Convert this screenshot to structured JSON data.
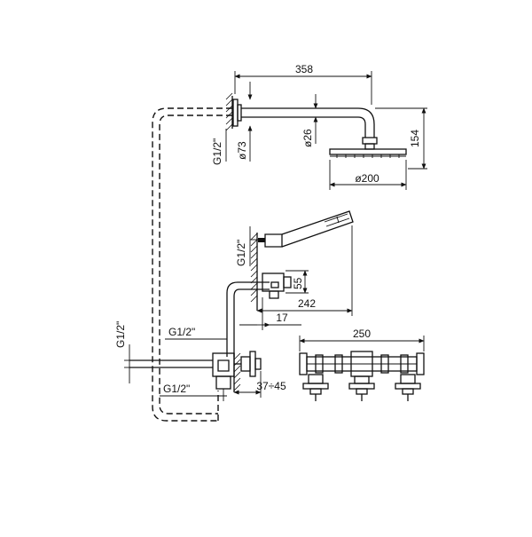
{
  "drawing": {
    "dimensions": {
      "arm_length": "358",
      "head_height": "154",
      "head_diameter": "ø200",
      "arm_diameter": "ø26",
      "flange_diameter": "ø73",
      "thread_top": "G1/2\"",
      "thread_hand": "G1/2\"",
      "holder_height": "55",
      "hand_length": "242",
      "wall_offset": "17",
      "thread_left": "G1/2\"",
      "thread_mixer_top": "G1/2\"",
      "thread_mixer_bottom": "G1/2\"",
      "mixer_depth": "37÷45",
      "mixer_width": "250"
    }
  }
}
